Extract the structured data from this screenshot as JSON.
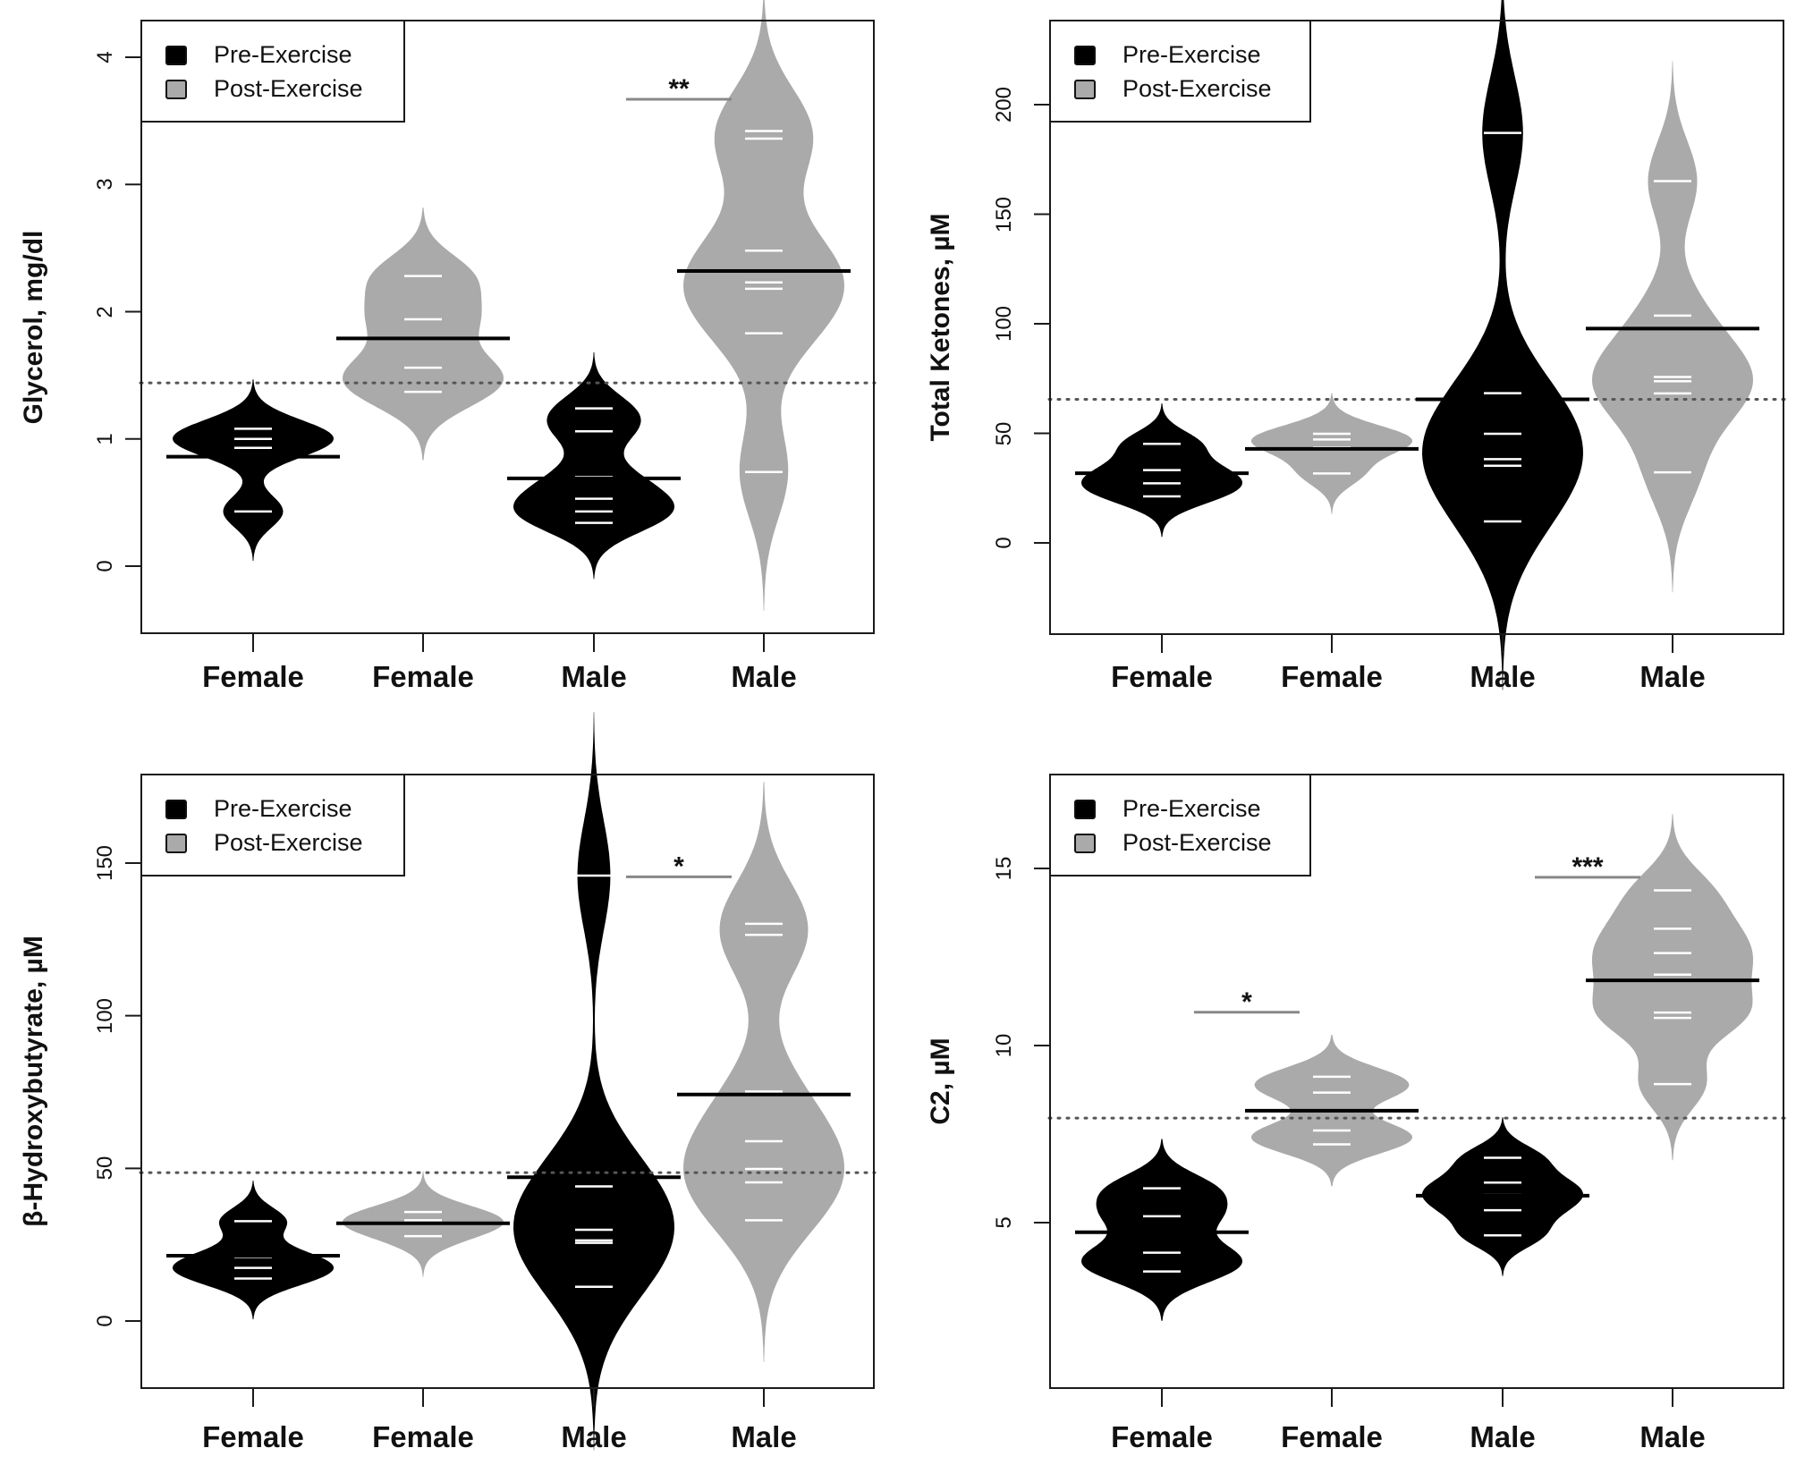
{
  "legend": {
    "items": [
      {
        "label": "Pre-Exercise",
        "color": "#000000"
      },
      {
        "label": "Post-Exercise",
        "color": "#aaaaaa"
      }
    ]
  },
  "colors": {
    "pre": "#000000",
    "post": "#aaaaaa",
    "point_line": "#ffffff",
    "mean_line": "#000000",
    "dotted_line": "#555555",
    "sig_line": "#888888"
  },
  "chart_data": [
    {
      "type": "violin",
      "title": "",
      "ylabel": "Glycerol, mg/dl",
      "xlabel": "",
      "categories": [
        "Female",
        "Female",
        "Male",
        "Male"
      ],
      "groups": [
        "Pre-Exercise",
        "Post-Exercise",
        "Pre-Exercise",
        "Post-Exercise"
      ],
      "yticks": [
        0,
        1,
        2,
        3,
        4
      ],
      "ylim": [
        -0.55,
        4.4
      ],
      "grand_mean": 1.44,
      "series": [
        {
          "name": "Female Pre-Exercise",
          "mean": 0.86,
          "points": [
            1.08,
            1.0,
            0.93,
            0.43
          ]
        },
        {
          "name": "Female Post-Exercise",
          "mean": 1.79,
          "points": [
            2.28,
            1.94,
            1.56,
            1.37
          ]
        },
        {
          "name": "Male Pre-Exercise",
          "mean": 0.69,
          "points": [
            1.24,
            1.06,
            0.7,
            0.53,
            0.43,
            0.34
          ]
        },
        {
          "name": "Male Post-Exercise",
          "mean": 2.32,
          "points": [
            3.42,
            3.36,
            2.48,
            2.23,
            2.18,
            1.83,
            0.74
          ]
        }
      ],
      "significance": [
        {
          "from": 2,
          "to": 3,
          "y": 3.67,
          "label": "**"
        }
      ],
      "legend_position": "top-left",
      "grid": false
    },
    {
      "type": "violin",
      "title": "",
      "ylabel": "Total Ketones, µM",
      "xlabel": "",
      "categories": [
        "Female",
        "Female",
        "Male",
        "Male"
      ],
      "groups": [
        "Pre-Exercise",
        "Post-Exercise",
        "Pre-Exercise",
        "Post-Exercise"
      ],
      "yticks": [
        0,
        50,
        100,
        150,
        200
      ],
      "ylim": [
        -42,
        238
      ],
      "grand_mean": 65.5,
      "series": [
        {
          "name": "Female Pre-Exercise",
          "mean": 31.8,
          "points": [
            45.2,
            33.2,
            27.2,
            21.2
          ]
        },
        {
          "name": "Female Post-Exercise",
          "mean": 42.9,
          "points": [
            49.8,
            47.2,
            43.5,
            31.7
          ]
        },
        {
          "name": "Male Pre-Exercise",
          "mean": 65.5,
          "points": [
            187.1,
            68.3,
            49.8,
            38.2,
            35.2,
            9.8
          ]
        },
        {
          "name": "Male Post-Exercise",
          "mean": 97.8,
          "points": [
            165.1,
            103.7,
            75.7,
            73.8,
            68.2,
            32.2
          ]
        }
      ],
      "significance": [],
      "legend_position": "top-left",
      "grid": false
    },
    {
      "type": "violin",
      "title": "",
      "ylabel": "β-Hydroxybutyrate, µM",
      "xlabel": "",
      "categories": [
        "Female",
        "Female",
        "Male",
        "Male"
      ],
      "groups": [
        "Pre-Exercise",
        "Post-Exercise",
        "Pre-Exercise",
        "Post-Exercise"
      ],
      "yticks": [
        0,
        50,
        100,
        150
      ],
      "ylim": [
        -23,
        179
      ],
      "grand_mean": 48.6,
      "series": [
        {
          "name": "Female Pre-Exercise",
          "mean": 21.4,
          "points": [
            32.7,
            21.0,
            17.4,
            13.9
          ]
        },
        {
          "name": "Female Post-Exercise",
          "mean": 32.0,
          "points": [
            35.7,
            33.0,
            32.0,
            27.8
          ]
        },
        {
          "name": "Male Pre-Exercise",
          "mean": 47.1,
          "points": [
            145.9,
            47.1,
            44.1,
            29.9,
            26.4,
            25.6,
            11.2
          ]
        },
        {
          "name": "Male Post-Exercise",
          "mean": 74.2,
          "points": [
            130.1,
            126.5,
            75.2,
            58.9,
            49.8,
            45.4,
            33.0
          ]
        }
      ],
      "significance": [
        {
          "from": 2,
          "to": 3,
          "y": 145.5,
          "label": "*"
        }
      ],
      "legend_position": "top-left",
      "grid": false
    },
    {
      "type": "violin",
      "title": "",
      "ylabel": "C2, µM",
      "xlabel": "",
      "categories": [
        "Female",
        "Female",
        "Male",
        "Male"
      ],
      "groups": [
        "Pre-Exercise",
        "Post-Exercise",
        "Pre-Exercise",
        "Post-Exercise"
      ],
      "yticks": [
        5,
        10,
        15
      ],
      "ylim": [
        0.3,
        17.7
      ],
      "grand_mean": 7.95,
      "series": [
        {
          "name": "Female Pre-Exercise",
          "mean": 4.73,
          "points": [
            5.97,
            5.18,
            4.15,
            3.62
          ]
        },
        {
          "name": "Female Post-Exercise",
          "mean": 8.16,
          "points": [
            9.12,
            8.67,
            7.6,
            7.21
          ]
        },
        {
          "name": "Male Pre-Exercise",
          "mean": 5.76,
          "points": [
            6.83,
            6.13,
            5.78,
            5.35,
            4.64
          ]
        },
        {
          "name": "Male Post-Exercise",
          "mean": 11.84,
          "points": [
            14.38,
            13.3,
            12.61,
            12.0,
            10.93,
            10.78,
            8.91
          ]
        }
      ],
      "significance": [
        {
          "from": 0,
          "to": 1,
          "y": 10.94,
          "label": "*"
        },
        {
          "from": 2,
          "to": 3,
          "y": 14.75,
          "label": "***"
        }
      ],
      "legend_position": "top-left",
      "grid": false
    }
  ]
}
